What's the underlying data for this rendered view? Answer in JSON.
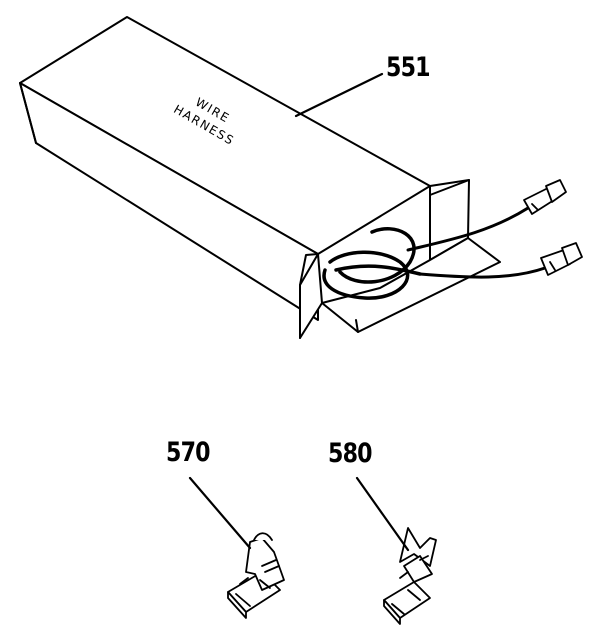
{
  "parts": [
    {
      "callout": "551",
      "label_lines": [
        "WIRE",
        "HARNESS"
      ]
    },
    {
      "callout": "570"
    },
    {
      "callout": "580"
    }
  ],
  "colors": {
    "line": "#000000",
    "background": "#ffffff"
  }
}
